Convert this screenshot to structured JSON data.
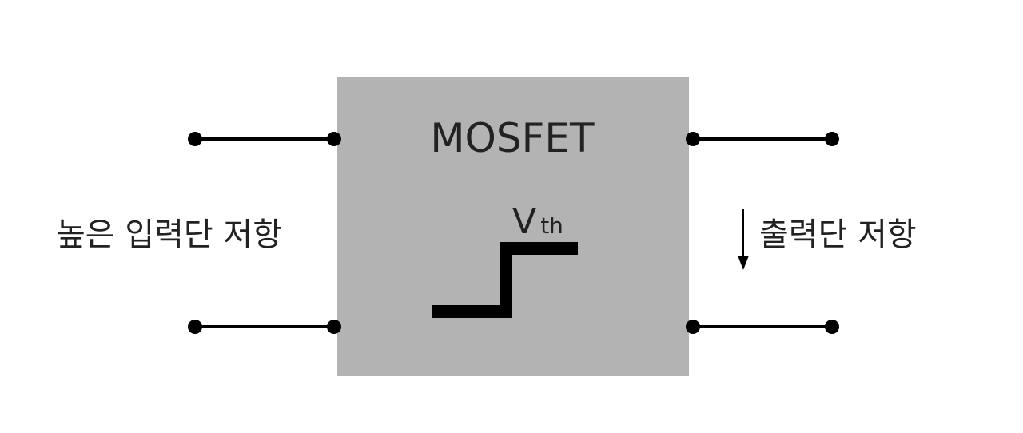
{
  "block": {
    "title": "MOSFET",
    "threshold_label_main": "V",
    "threshold_label_sub": "th",
    "fill_color": "#b3b3b3"
  },
  "input": {
    "label": "높은 입력단 저항"
  },
  "output": {
    "label": "출력단 저항",
    "arrow_direction": "down"
  },
  "colors": {
    "wire": "#000000",
    "text": "#222222",
    "background": "#ffffff"
  }
}
